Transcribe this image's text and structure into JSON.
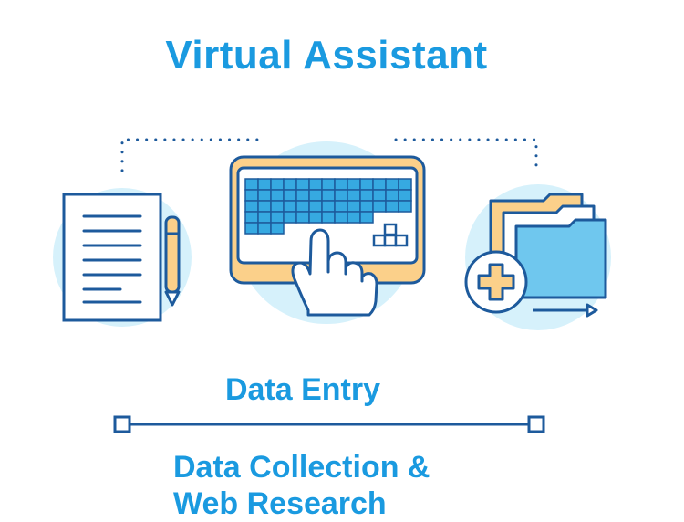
{
  "heading": "Virtual Assistant",
  "service": "Data Entry",
  "footer": {
    "line1": "Data Collection &",
    "line2": "Web Research"
  },
  "colors": {
    "accent_blue": "#1a9ae0",
    "line_blue": "#1d5a9c",
    "light_blue": "#d6f1fb",
    "key_blue": "#36a9e1",
    "folder_blue": "#6fc7ee",
    "folder_orange": "#fbd08a"
  },
  "icons": [
    "document-icon",
    "pen-icon",
    "keyboard-icon",
    "hand-pointer-icon",
    "folder-icon",
    "add-icon"
  ]
}
